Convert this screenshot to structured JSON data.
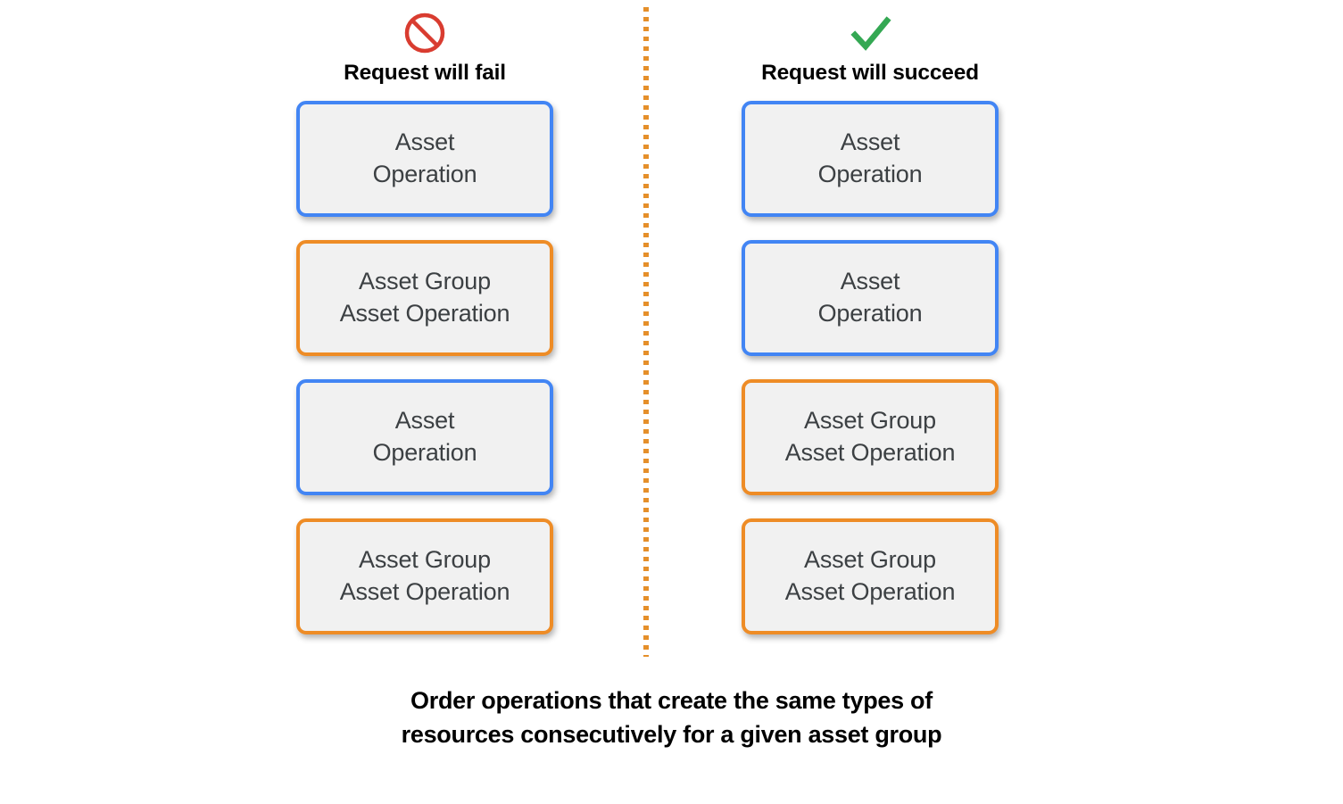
{
  "background_color": "#ffffff",
  "divider": {
    "style": "dotted-vertical",
    "color": "#e58f2a"
  },
  "colors": {
    "box_fill": "#f1f1f1",
    "asset_operation_border": "#4285f4",
    "asset_group_border": "#ee8c26",
    "box_text": "#3c4043",
    "fail_icon": "#d93c30",
    "succeed_icon": "#34a853"
  },
  "columns": [
    {
      "id": "fail",
      "icon": "prohibition-icon",
      "icon_color": "#d93c30",
      "title": "Request will fail",
      "boxes": [
        {
          "label": "Asset\nOperation",
          "type": "asset-operation",
          "border_color": "#4285f4"
        },
        {
          "label": "Asset Group\nAsset Operation",
          "type": "asset-group-asset-operation",
          "border_color": "#ee8c26"
        },
        {
          "label": "Asset\nOperation",
          "type": "asset-operation",
          "border_color": "#4285f4"
        },
        {
          "label": "Asset Group\nAsset Operation",
          "type": "asset-group-asset-operation",
          "border_color": "#ee8c26"
        }
      ]
    },
    {
      "id": "succeed",
      "icon": "checkmark-icon",
      "icon_color": "#34a853",
      "title": "Request will succeed",
      "boxes": [
        {
          "label": "Asset\nOperation",
          "type": "asset-operation",
          "border_color": "#4285f4"
        },
        {
          "label": "Asset\nOperation",
          "type": "asset-operation",
          "border_color": "#4285f4"
        },
        {
          "label": "Asset Group\nAsset Operation",
          "type": "asset-group-asset-operation",
          "border_color": "#ee8c26"
        },
        {
          "label": "Asset Group\nAsset Operation",
          "type": "asset-group-asset-operation",
          "border_color": "#ee8c26"
        }
      ]
    }
  ],
  "caption": "Order operations that create the same types of\nresources consecutively for a given asset group"
}
